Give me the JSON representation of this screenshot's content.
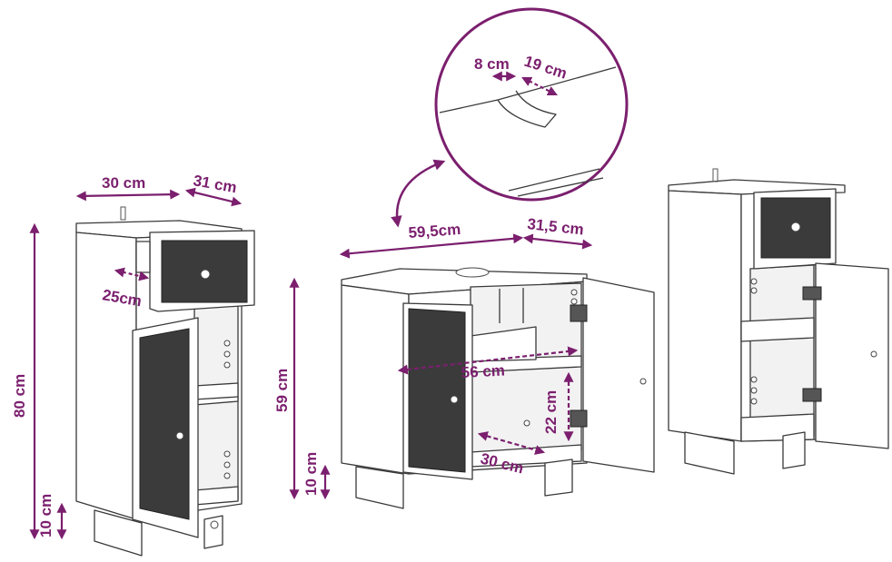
{
  "colors": {
    "dimension": "#7b1f6e",
    "outline": "#3a3a3a",
    "grille": "#3b3b3b"
  },
  "icons": [
    "double-arrow-icon",
    "callout-arrow-icon"
  ],
  "tall_cabinet": {
    "width": "30 cm",
    "depth": "31 cm",
    "drawer_depth": "25cm",
    "height": "80 cm",
    "leg_height": "10 cm"
  },
  "sink_cabinet": {
    "width": "59,5cm",
    "depth": "31,5 cm",
    "height": "59 cm",
    "leg_height": "10 cm",
    "inner_width": "56 cm",
    "shelf_height": "22 cm",
    "shelf_depth": "30 cm"
  },
  "cutout_detail": {
    "cutout_width": "8 cm",
    "cutout_depth": "19 cm"
  }
}
